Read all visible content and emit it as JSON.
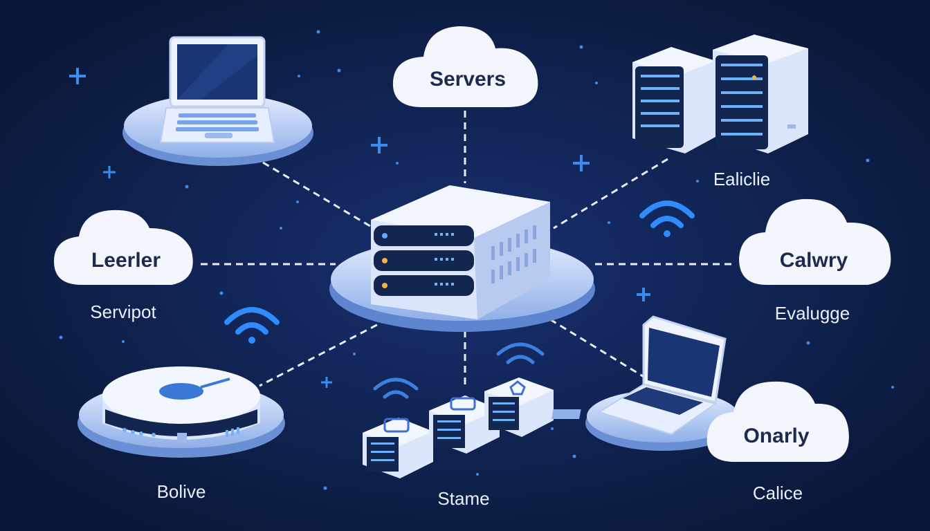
{
  "diagram": {
    "center": {
      "name": "central-server-stack"
    },
    "clouds": [
      {
        "id": "top",
        "text": "Servers"
      },
      {
        "id": "left",
        "text": "Leerler"
      },
      {
        "id": "right",
        "text": "Calwry"
      },
      {
        "id": "bottom-right",
        "text": "Onarly"
      }
    ],
    "labels": [
      {
        "id": "top-right",
        "text": "Ealiclie"
      },
      {
        "id": "left",
        "text": "Servipot"
      },
      {
        "id": "right",
        "text": "Evalugge"
      },
      {
        "id": "bottom-left",
        "text": "Bolive"
      },
      {
        "id": "bottom-center",
        "text": "Stame"
      },
      {
        "id": "bottom-right",
        "text": "Calice"
      }
    ],
    "icons": [
      "laptop-icon",
      "server-rack-icon",
      "router-icon",
      "server-cubes-icon",
      "laptop-icon",
      "wifi-icon"
    ],
    "colors": {
      "background": "#0b1a3e",
      "platform": "#c7d8f7",
      "device": "#e6eeff",
      "device_screen": "#1a3574",
      "accent": "#2f8cff",
      "cloud": "#f3f6fd",
      "cloud_text": "#1b2a4e",
      "label_text": "#e9efff"
    }
  }
}
